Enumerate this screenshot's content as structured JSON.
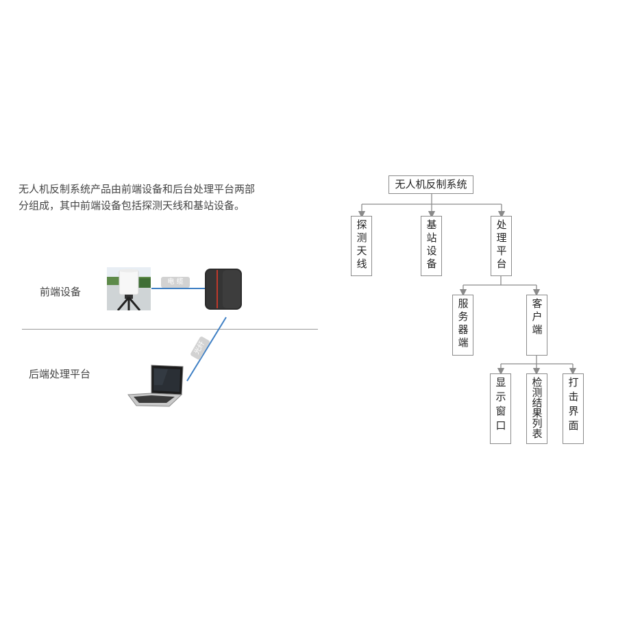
{
  "intro": {
    "line1": "无人机反制系统产品由前端设备和后台处理平台两部",
    "line2": "分组成，其中前端设备包括探测天线和基站设备。"
  },
  "labels": {
    "front": "前端设备",
    "back": "后端处理平台"
  },
  "cables": {
    "electric": "电 缆",
    "fiber": "光纤"
  },
  "tree": {
    "root": "无人机反制系统",
    "level1": [
      "探测天线",
      "基站设备",
      "处理平台"
    ],
    "platform_children": [
      "服务器端",
      "客户端"
    ],
    "client_children": [
      "显示窗口",
      "检测结果列表",
      "打击界面"
    ]
  },
  "colors": {
    "cable": "#3e7fc4",
    "line": "#8a8a8a",
    "device_red": "#c0392b"
  }
}
